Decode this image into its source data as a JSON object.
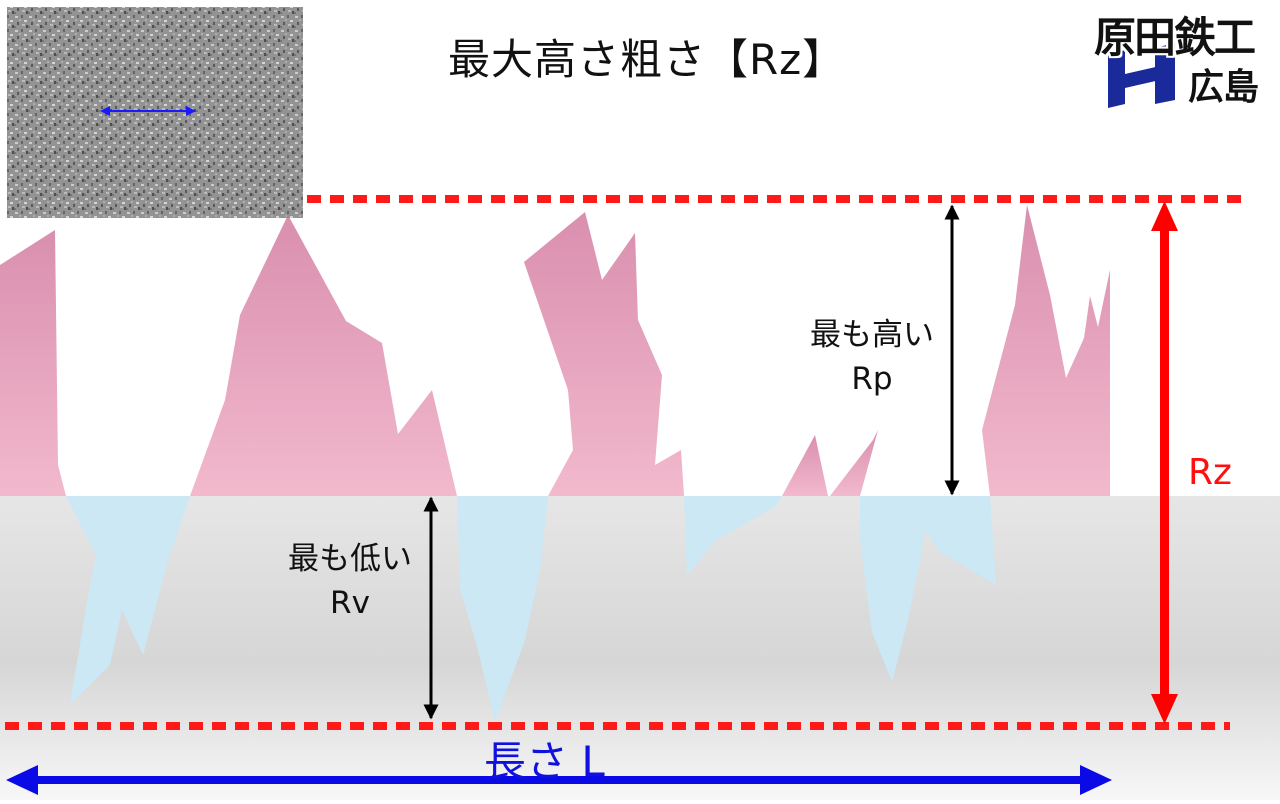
{
  "title": "最大高さ粗さ【Rz】",
  "labels": {
    "rp_line1": "最も高い",
    "rp_line2": "Rp",
    "rv_line1": "最も低い",
    "rv_line2": "Rv",
    "rz": "Rz",
    "length": "長さ L"
  },
  "logo": {
    "line1": "原田鉄工",
    "line2": "広島"
  },
  "colors": {
    "peak_fill": "#e8a6bf",
    "valley_fill": "#cbe8f4",
    "reference_line": "#ff1a1a",
    "rz_arrow": "#ff0000",
    "length_arrow": "#0a0ae6",
    "rp_rv_arrow": "#000000",
    "logo_blue": "#1a2a9a"
  }
}
